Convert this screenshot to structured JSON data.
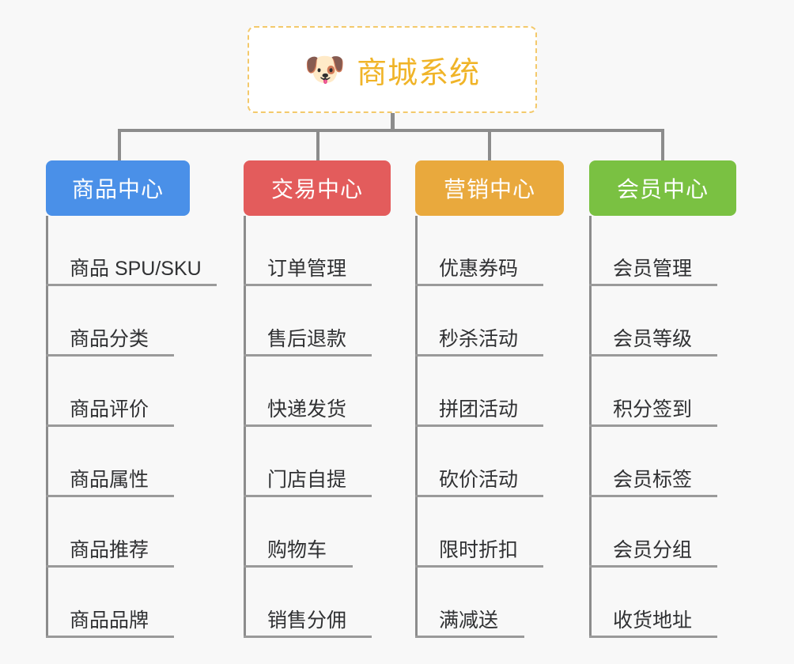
{
  "canvas": {
    "background": "#f8f8f8",
    "connector_color": "#8c8c8c",
    "rule_color": "#9a9a9a",
    "leaf_text_color": "#303133"
  },
  "root": {
    "icon": "dog-face-emoji",
    "emoji": "🐶",
    "title": "商城系统",
    "title_color": "#f0b428",
    "border_color": "#f3c96b",
    "border_style": "dashed",
    "background": "#ffffff"
  },
  "columns": [
    {
      "id": "product-center",
      "label": "商品中心",
      "color": "#4a90e8",
      "width": 182,
      "items": [
        {
          "label": "商品 SPU/SKU",
          "rule_width": 216
        },
        {
          "label": "商品分类",
          "rule_width": 162
        },
        {
          "label": "商品评价",
          "rule_width": 162
        },
        {
          "label": "商品属性",
          "rule_width": 162
        },
        {
          "label": "商品推荐",
          "rule_width": 162
        },
        {
          "label": "商品品牌",
          "rule_width": 162
        }
      ]
    },
    {
      "id": "trade-center",
      "label": "交易中心",
      "color": "#e35c5c",
      "width": 186,
      "items": [
        {
          "label": "订单管理",
          "rule_width": 162
        },
        {
          "label": "售后退款",
          "rule_width": 162
        },
        {
          "label": "快递发货",
          "rule_width": 162
        },
        {
          "label": "门店自提",
          "rule_width": 162
        },
        {
          "label": "购物车",
          "rule_width": 138
        },
        {
          "label": "销售分佣",
          "rule_width": 162
        }
      ]
    },
    {
      "id": "marketing-center",
      "label": "营销中心",
      "color": "#e9a93d",
      "width": 188,
      "items": [
        {
          "label": "优惠券码",
          "rule_width": 162
        },
        {
          "label": "秒杀活动",
          "rule_width": 162
        },
        {
          "label": "拼团活动",
          "rule_width": 162
        },
        {
          "label": "砍价活动",
          "rule_width": 162
        },
        {
          "label": "限时折扣",
          "rule_width": 162
        },
        {
          "label": "满减送",
          "rule_width": 138
        }
      ]
    },
    {
      "id": "member-center",
      "label": "会员中心",
      "color": "#7ac142",
      "width": 186,
      "items": [
        {
          "label": "会员管理",
          "rule_width": 162
        },
        {
          "label": "会员等级",
          "rule_width": 162
        },
        {
          "label": "积分签到",
          "rule_width": 162
        },
        {
          "label": "会员标签",
          "rule_width": 162
        },
        {
          "label": "会员分组",
          "rule_width": 162
        },
        {
          "label": "收货地址",
          "rule_width": 162
        }
      ]
    }
  ]
}
